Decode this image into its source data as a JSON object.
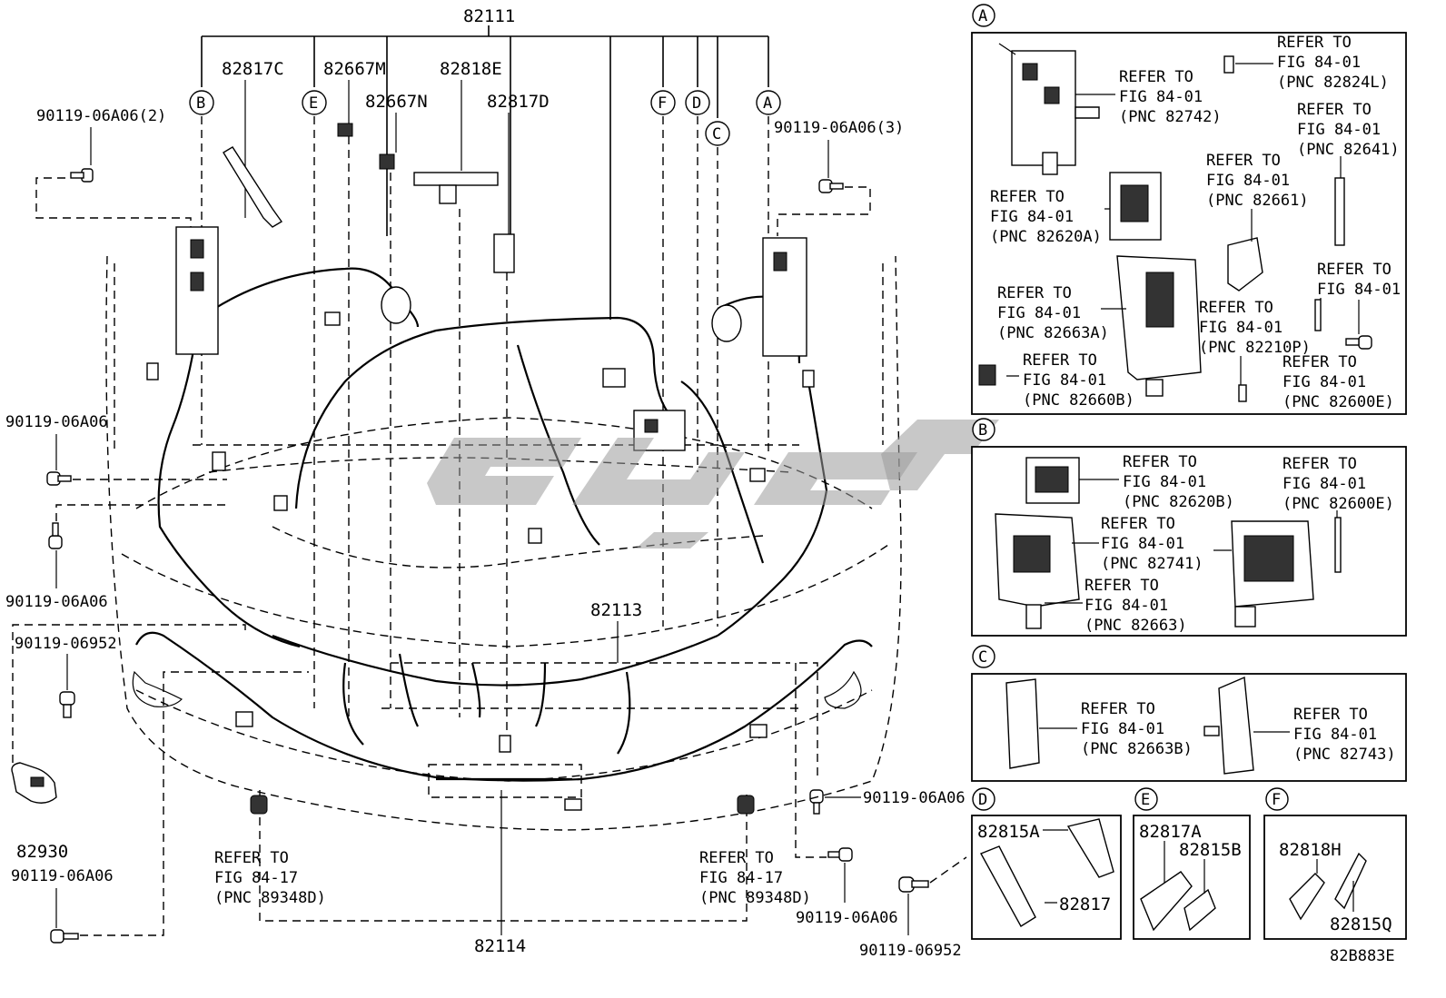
{
  "main": {
    "top_part": "82111",
    "parts": {
      "p82817C": "82817C",
      "p82667M": "82667M",
      "p82818E": "82818E",
      "p82667N": "82667N",
      "p82817D": "82817D",
      "p82113": "82113",
      "p82114": "82114",
      "p82930": "82930"
    },
    "bolts": {
      "b_2": "90119-06A06(2)",
      "b_3": "90119-06A06(3)",
      "b_left1": "90119-06A06",
      "b_left2": "90119-06A06",
      "b_left3": "90119-06952",
      "b_left4": "90119-06A06",
      "b_right1": "90119-06A06",
      "b_right2": "90119-06A06",
      "b_right3": "90119-06952"
    },
    "callouts": [
      "B",
      "E",
      "F",
      "D",
      "C",
      "A"
    ],
    "refer_left": [
      "REFER TO",
      "FIG 84-17",
      "(PNC 89348D)"
    ],
    "refer_right": [
      "REFER TO",
      "FIG 84-17",
      "(PNC 89348D)"
    ]
  },
  "panel_a": {
    "label": "A",
    "refs": [
      [
        "REFER TO",
        "FIG 84-01",
        "(PNC 82824L)"
      ],
      [
        "REFER TO",
        "FIG 84-01",
        "(PNC 82742)"
      ],
      [
        "REFER TO",
        "FIG 84-01",
        "(PNC 82641)"
      ],
      [
        "REFER TO",
        "FIG 84-01",
        "(PNC 82661)"
      ],
      [
        "REFER TO",
        "FIG 84-01",
        "(PNC 82620A)"
      ],
      [
        "REFER TO",
        "FIG 84-01"
      ],
      [
        "REFER TO",
        "FIG 84-01",
        "(PNC 82663A)"
      ],
      [
        "REFER TO",
        "FIG 84-01",
        "(PNC 82210P)"
      ],
      [
        "REFER TO",
        "FIG 84-01",
        "(PNC 82660B)"
      ],
      [
        "REFER TO",
        "FIG 84-01",
        "(PNC 82600E)"
      ]
    ]
  },
  "panel_b": {
    "label": "B",
    "refs": [
      [
        "REFER TO",
        "FIG 84-01",
        "(PNC 82620B)"
      ],
      [
        "REFER TO",
        "FIG 84-01",
        "(PNC 82600E)"
      ],
      [
        "REFER TO",
        "FIG 84-01",
        "(PNC 82741)"
      ],
      [
        "REFER TO",
        "FIG 84-01",
        "(PNC 82663)"
      ]
    ]
  },
  "panel_c": {
    "label": "C",
    "refs": [
      [
        "REFER TO",
        "FIG 84-01",
        "(PNC 82663B)"
      ],
      [
        "REFER TO",
        "FIG 84-01",
        "(PNC 82743)"
      ]
    ]
  },
  "panel_d": {
    "label": "D",
    "parts": [
      "82815A",
      "82817"
    ]
  },
  "panel_e": {
    "label": "E",
    "parts": [
      "82817A",
      "82815B"
    ]
  },
  "panel_f": {
    "label": "F",
    "parts": [
      "82818H",
      "82815Q"
    ]
  },
  "diagram_code": "82B883E",
  "watermark_color": "#9a9a9a"
}
